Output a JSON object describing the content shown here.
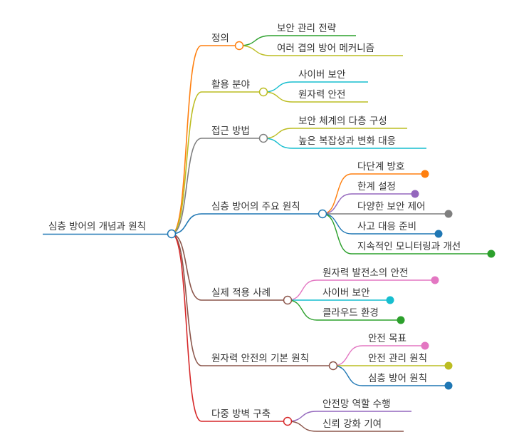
{
  "root": {
    "label": "심층 방어의 개념과 원칙",
    "color": "#1f77b4"
  },
  "branches": [
    {
      "label": "정의",
      "color": "#ff7f0e",
      "children": [
        {
          "label": "보안 관리 전략",
          "color": "#2ca02c",
          "dot": false
        },
        {
          "label": "여러 겹의 방어 메커니즘",
          "color": "#bcbd22",
          "dot": false
        }
      ]
    },
    {
      "label": "활용 분야",
      "color": "#bcbd22",
      "children": [
        {
          "label": "사이버 보안",
          "color": "#17becf",
          "dot": false
        },
        {
          "label": "원자력 안전",
          "color": "#bcbd22",
          "dot": false
        }
      ]
    },
    {
      "label": "접근 방법",
      "color": "#7f7f7f",
      "children": [
        {
          "label": "보안 체계의 다층 구성",
          "color": "#bcbd22",
          "dot": false
        },
        {
          "label": "높은 복잡성과 변화 대응",
          "color": "#17becf",
          "dot": false
        }
      ]
    },
    {
      "label": "심층 방어의 주요 원칙",
      "color": "#1f77b4",
      "children": [
        {
          "label": "다단계 방호",
          "color": "#ff7f0e",
          "dot": true
        },
        {
          "label": "한계 설정",
          "color": "#9467bd",
          "dot": true
        },
        {
          "label": "다양한 보안 제어",
          "color": "#7f7f7f",
          "dot": true
        },
        {
          "label": "사고 대응 준비",
          "color": "#1f77b4",
          "dot": true
        },
        {
          "label": "지속적인 모니터링과 개선",
          "color": "#2ca02c",
          "dot": true
        }
      ]
    },
    {
      "label": "실제 적용 사례",
      "color": "#8c564b",
      "children": [
        {
          "label": "원자력 발전소의 안전",
          "color": "#e377c2",
          "dot": true
        },
        {
          "label": "사이버 보안",
          "color": "#17becf",
          "dot": true
        },
        {
          "label": "클라우드 환경",
          "color": "#2ca02c",
          "dot": true
        }
      ]
    },
    {
      "label": "원자력 안전의 기본 원칙",
      "color": "#8c564b",
      "children": [
        {
          "label": "안전 목표",
          "color": "#e377c2",
          "dot": true
        },
        {
          "label": "안전 관리 원칙",
          "color": "#bcbd22",
          "dot": true
        },
        {
          "label": "심층 방어 원칙",
          "color": "#1f77b4",
          "dot": true
        }
      ]
    },
    {
      "label": "다중 방벽 구축",
      "color": "#d62728",
      "children": [
        {
          "label": "안전망 역할 수행",
          "color": "#9467bd",
          "dot": false
        },
        {
          "label": "신뢰 강화 기여",
          "color": "#8c564b",
          "dot": false
        }
      ]
    }
  ]
}
